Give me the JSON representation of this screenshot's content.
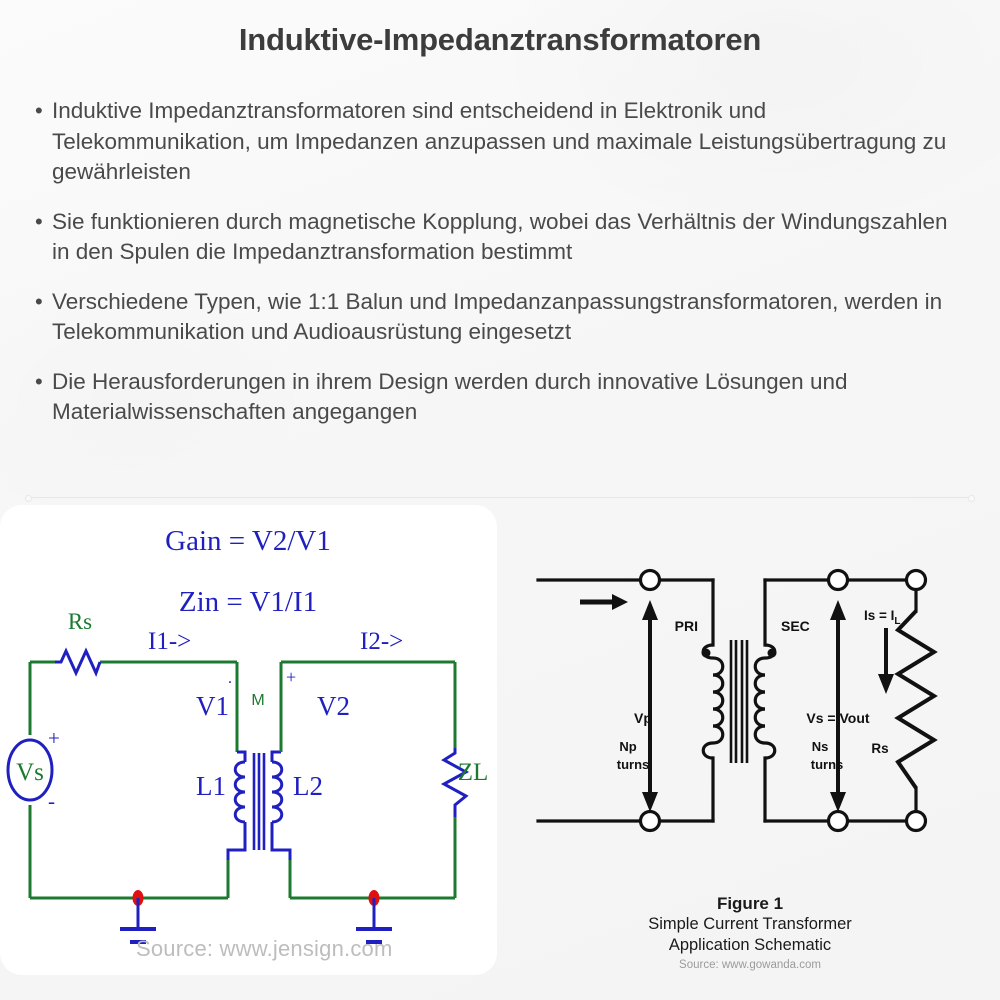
{
  "page": {
    "background_color": "#f7f7f7",
    "title": "Induktive-Impedanztransformatoren",
    "title_color": "#3c3c3c"
  },
  "bullets": [
    {
      "marker": "•",
      "text": "Induktive Impedanztransformatoren sind entscheidend in Elektronik und Telekommunikation, um Impedanzen anzupassen und maximale Leistungsübertragung zu gewährleisten"
    },
    {
      "marker": "•",
      "text": "Sie funktionieren durch magnetische Kopplung, wobei das Verhältnis der Windungszahlen in den Spulen die Impedanztransformation bestimmt"
    },
    {
      "marker": "•",
      "text": "Verschiedene Typen, wie 1:1 Balun und Impedanzanpassungstransformatoren, werden in Telekommunikation und Audioausrüstung eingesetzt"
    },
    {
      "marker": "•",
      "text": "Die Herausforderungen in ihrem Design werden durch innovative Lösungen und Materialwissenschaften angegangen"
    }
  ],
  "left_figure": {
    "name": "coupled-inductor-impedance-transformer-schematic",
    "background_color": "#ffffff",
    "wire_color": "#1b7a2f",
    "component_color": "#2020c0",
    "label_green": "#1b7a2f",
    "label_blue": "#2020c0",
    "node_dot_color": "#e01010",
    "equations": [
      "Gain = V2/V1",
      "Zin = V1/I1"
    ],
    "labels": {
      "rs": "Rs",
      "i1": "I1->",
      "i2": "I2->",
      "v1": "V1",
      "v2": "V2",
      "m": "M",
      "l1": "L1",
      "l2": "L2",
      "vs": "Vs",
      "zl": "ZL",
      "plus": "+",
      "minus": "-",
      "dot_mark": "."
    },
    "watermark": "Source: www.jensign.com"
  },
  "right_figure": {
    "name": "simple-current-transformer-application-schematic",
    "line_color": "#111111",
    "labels": {
      "pri": "PRI",
      "sec": "SEC",
      "vp": "Vp",
      "np_turns_line1": "Np",
      "np_turns_line2": "turns",
      "vs_vout": "Vs = Vout",
      "ns_turns_line1": "Ns",
      "ns_turns_line2": "turns",
      "is_il_main": "Is = I",
      "is_il_sub": "L",
      "rs": "Rs"
    },
    "caption": {
      "figure_number": "Figure 1",
      "line1": "Simple Current Transformer",
      "line2": "Application Schematic",
      "source": "Source: www.gowanda.com"
    }
  }
}
